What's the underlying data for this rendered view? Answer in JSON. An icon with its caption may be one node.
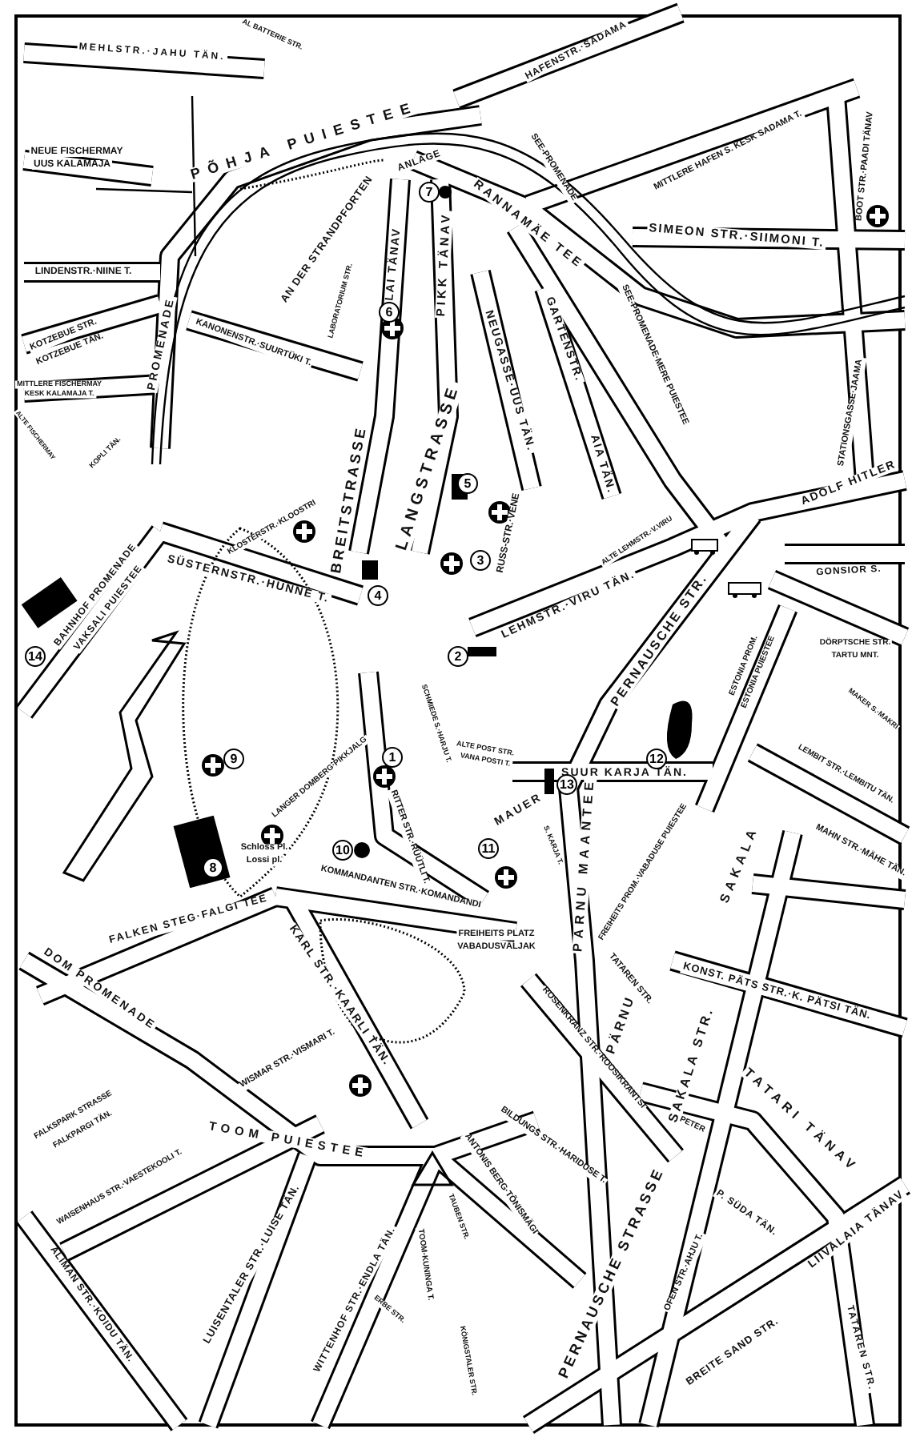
{
  "diagram": {
    "labels": [
      "MEHLSTR.·JAHU TÄN.",
      "AL BATTERIE STR.",
      "HAFENSTR.·SADAMA",
      "PÕHJA PUIESTEE",
      "SEE-PROMENADE",
      "MITTLERE HAFEN S. KESK SADAMA T.",
      "NEUE FISCHERMAY",
      "UUS KALAMAJA",
      "ANLAGE",
      "RANNAMÄE TEE",
      "SIMEON STR.·SIIMONI T.",
      "BOOT STR.·PAADI TÄNAV",
      "AN DER STRANDPFORTEN",
      "LINDENSTR.·NIINE T.",
      "LAI TÄNAV",
      "PIKK TÄNAV",
      "NEUGASSE·UUS TÄN.",
      "GARTENSTR.",
      "SEE-PROMENADE·MERE PUIESTEE",
      "LABORATORIUM STR.",
      "KANONENSTR.·SUURTÜKI T.",
      "KOTZEBUE STR.",
      "KOTZEBUE TÄN.",
      "PROMENADE",
      "MITTLERE FISCHERMAY",
      "KESK KALAMAJA T.",
      "STATIONSGASSE·JAAMA",
      "KOPLI TÄN.",
      "ALTE FISCHERMAY",
      "AIA TÄN.",
      "ADOLF HITLER",
      "BREITSTRASSE",
      "LANGSTRASSE",
      "KLOSTERSTR.·KLOOSTRI",
      "RUSS-STR.·VENE",
      "LEHMSTR.·VIRU TÄN.",
      "ALTE LEHMSTR.·V.VIRU",
      "SÜSTERNSTR.·HUNNE T.",
      "GONSIOR S.",
      "BAHNHOF PROMENADE",
      "VAKSALI PUIESTEE",
      "DÖRPTSCHE STR.",
      "TARTU MNT.",
      "PERNAUSCHE STR.",
      "ESTONIA PROM.",
      "ESTONIA PUIESTEE",
      "MAKER S.·MAKRI",
      "LANGER DOMBERG·PIKKJALG",
      "SCHMIEDE S.·HARJU T.",
      "ALTE POST STR.",
      "VANA POSTI T.",
      "RITTER STR.·RÜÜTLI T.",
      "SUUR KARJA TÄN.",
      "LEMBIT STR.·LEMBITU TÄN.",
      "Schloss Pl.",
      "Lossi pl.",
      "MAUER",
      "S. KARJA T.",
      "MAHN STR.·MÄHE TÄN.",
      "PÄRNU MAANTEE",
      "SAKALA",
      "FREIHEITS PROM.·VABADUSE PUIESTEE",
      "KOMMANDANTEN STR.·KOMANDANDI",
      "FALKEN STEG·FALGI TEE",
      "FREIHEITS PLATZ",
      "VABADUSVÄLJAK",
      "KONST. PÄTS STR.·K. PÄTSI TÄN.",
      "KARL STR.·KAARLI TÄN.",
      "DOM PROMENADE",
      "ROSENKRANZ STR.·ROOSIKRANTSI",
      "TATAREN STR.",
      "PÄRNU",
      "SAKALA STR.",
      "WISMAR STR.·VISMARI T.",
      "TATARI TÄNAV",
      "FALKSPARK STRASSE",
      "FALKPARGI TÄN.",
      "WAISENHAUS STR.·VAESTEKOOLI T.",
      "TOOM PUIESTEE",
      "BILDUNGS STR.·HARIDUSE T.",
      "ANTONIS BERG·TÕNISMÄGI",
      "PETER",
      "P. SÜDA TÄN.",
      "OFEN STR.·AHJU T.",
      "PERNAUSCHE STRASSE",
      "LIIVALAIA TÄNAV",
      "BREITE SAND STR.",
      "TATAREN STR.",
      "ALIMAN STR.·KOIDU TÄN.",
      "LUISENTALER STR.·LUISE TÄN.",
      "WITTENHOF STR.·ENDLA TÄN.",
      "TOOM-KUNINGA T.",
      "TAUBEN STR.",
      "ERBE STR.",
      "KÖNIGSTALER STR.",
      "1",
      "2",
      "3",
      "4",
      "5",
      "6",
      "7",
      "8",
      "9",
      "10",
      "11",
      "12",
      "13",
      "14"
    ]
  }
}
